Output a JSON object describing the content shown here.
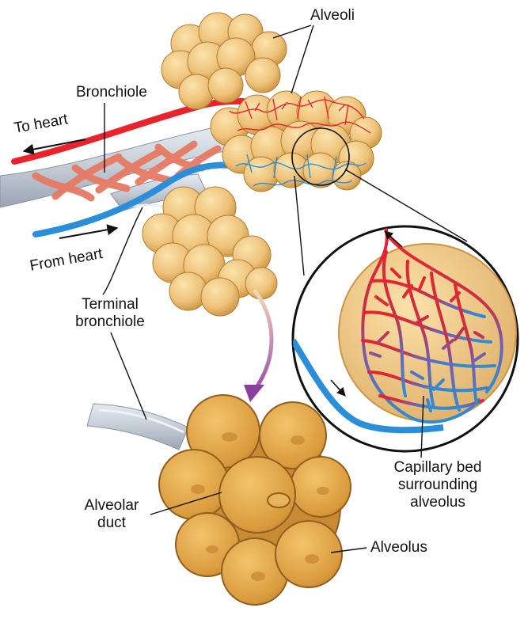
{
  "labels": {
    "alveoli": "Alveoli",
    "bronchiole": "Bronchiole",
    "to_heart": "To heart",
    "from_heart": "From heart",
    "terminal_bronchiole_line1": "Terminal",
    "terminal_bronchiole_line2": "bronchiole",
    "capillary_line1": "Capillary bed",
    "capillary_line2": "surrounding",
    "capillary_line3": "alveolus",
    "alveolar_duct_line1": "Alveolar",
    "alveolar_duct_line2": "duct",
    "alveolus": "Alveolus"
  },
  "colors": {
    "oxygenated_blood": "#e8232b",
    "deoxygenated_blood": "#2a8fd8",
    "alveolus_fill": "#e9c27a",
    "alveolus_outline": "#c2913e",
    "airway": "#c9d2dc",
    "airway_muscle": "#e67a63",
    "transition_arrow": "#9a4fb0",
    "leader_line": "#111111"
  },
  "icons": {
    "flow_to_heart": "arrow-left-icon",
    "flow_from_heart": "arrow-right-icon",
    "magnified_flow_out": "arrow-up-left-icon",
    "magnified_flow_in": "arrow-down-right-icon",
    "zoom_transition": "curved-arrow-down-icon"
  }
}
